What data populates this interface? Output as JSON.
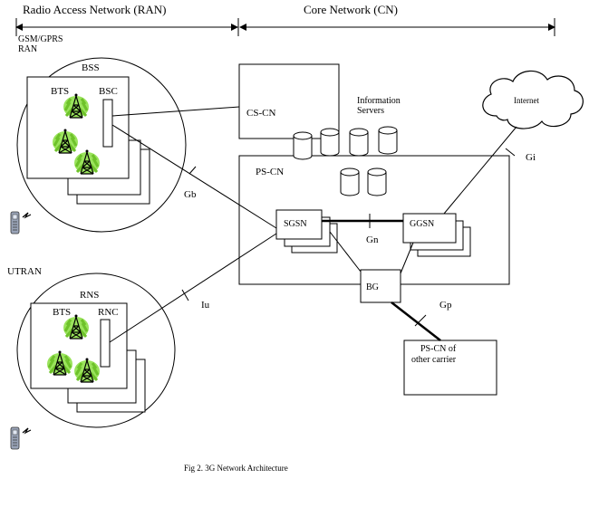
{
  "header": {
    "ran_title": "Radio Access Network (RAN)",
    "cn_title": "Core Network (CN)"
  },
  "ran": {
    "gsm_label_line1": "GSM/GPRS",
    "gsm_label_line2": "RAN",
    "bss_label": "BSS",
    "bts_label": "BTS",
    "bsc_label": "BSC",
    "utran_label": "UTRAN",
    "rns_label": "RNS",
    "bts2_label": "BTS",
    "rnc_label": "RNC"
  },
  "core": {
    "cscn_label": "CS-CN",
    "pscn_label": "PS-CN",
    "info_servers_line1": "Information",
    "info_servers_line2": "Servers",
    "sgsn_label": "SGSN",
    "ggsn_label": "GGSN",
    "bg_label": "BG",
    "other_carrier_line1": "PS-CN of",
    "other_carrier_line2": "other carrier",
    "internet_label": "Internet"
  },
  "interfaces": {
    "gb": "Gb",
    "iu": "Iu",
    "gn": "Gn",
    "gi": "Gi",
    "gp": "Gp"
  },
  "caption": "Fig 2. 3G Network Architecture",
  "colors": {
    "line": "#000000",
    "tower_glow": "#8fe04a",
    "cloud": "#ffffff",
    "phone": "#9aa4b8"
  },
  "icons": [
    "base-station-tower-icon",
    "mobile-phone-icon",
    "server-cylinder-icon",
    "internet-cloud-icon"
  ]
}
